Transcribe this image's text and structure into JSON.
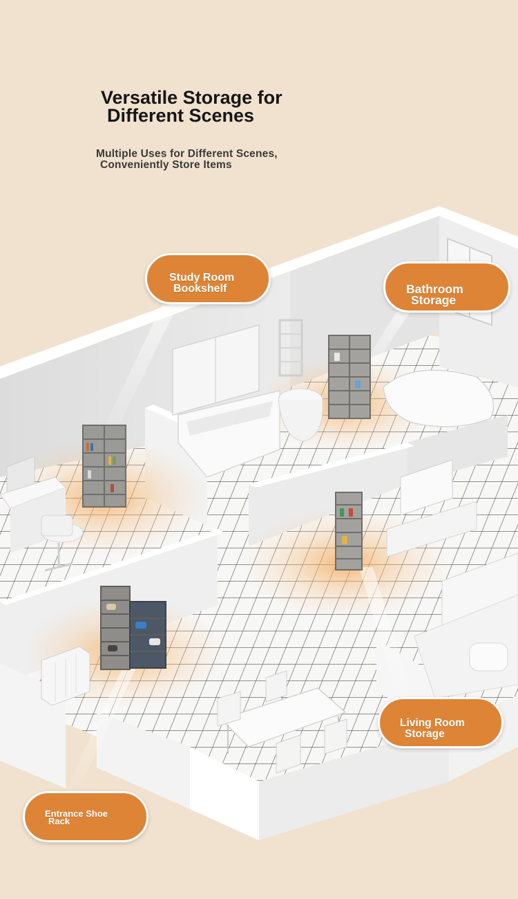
{
  "header": {
    "title_line1": "Versatile Storage for",
    "title_line2": "Different Scenes",
    "subtitle_line1": "Multiple Uses for Different Scenes,",
    "subtitle_line2": "Conveniently Store Items"
  },
  "badges": {
    "study": {
      "line1": "Study Room",
      "line2": "Bookshelf"
    },
    "bathroom": {
      "line1": "Bathroom",
      "line2": "Storage"
    },
    "living": {
      "line1": "Living Room",
      "line2": "Storage"
    },
    "entrance": {
      "line1": "Entrance Shoe",
      "line2": "Rack"
    }
  },
  "colors": {
    "background": "#f1e2cf",
    "badge": "#de8436",
    "glow": "#f3a04a"
  }
}
